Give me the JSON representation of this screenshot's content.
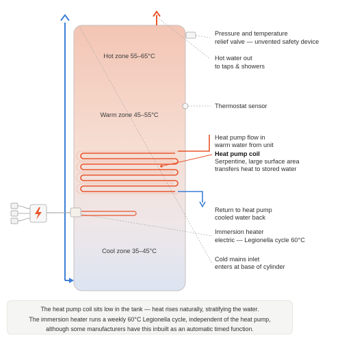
{
  "zones": {
    "hot": "Hot zone 55–65°C",
    "warm": "Warm zone 45–55°C",
    "cool": "Cool zone 35–45°C"
  },
  "labels": {
    "valve_line1": "Pressure and temperature",
    "valve_line2": "relief valve — unvented safety device",
    "hot_out_line1": "Hot water out",
    "hot_out_line2": "to taps & showers",
    "thermostat": "Thermostat sensor",
    "flow_line1": "Heat pump flow in",
    "flow_line2": "warm water from unit",
    "coil_title": "Heat pump coil",
    "coil_line1": "Serpentine, large surface area",
    "coil_line2": "transfers heat to stored water",
    "return_line1": "Return to heat pump",
    "return_line2": "cooled water back",
    "immersion_line1": "Immersion heater",
    "immersion_line2": "electric — Legionella cycle 60°C",
    "mains_line1": "Cold mains inlet",
    "mains_line2": "enters at base of cylinder"
  },
  "caption": {
    "line1": "The heat pump coil sits low in the tank — heat rises naturally, stratifying the water.",
    "line2": "The immersion heater runs a weekly 60°C Legionella cycle, independent of the heat pump,",
    "line3": "although some manufacturers have this inbuilt as an automatic timed function."
  },
  "colors": {
    "hot": "#f4c6b6",
    "cool": "#dde6f2",
    "coil": "#e8542a",
    "cold_pipe": "#3a7fd5",
    "leader": "#9a9a9a"
  }
}
